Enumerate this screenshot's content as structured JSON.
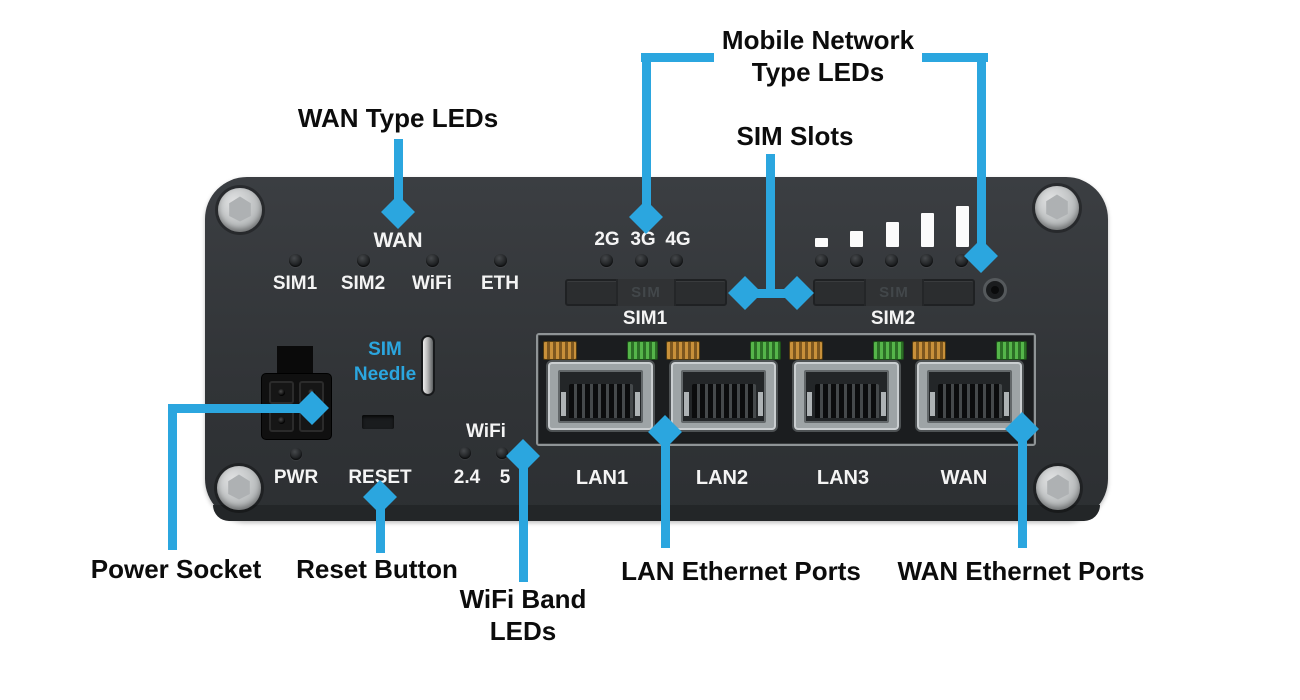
{
  "callouts": {
    "mobile_line1": "Mobile Network",
    "mobile_line2": "Type LEDs",
    "wan_type": "WAN Type LEDs",
    "sim_slots": "SIM Slots",
    "power_socket": "Power Socket",
    "reset_button": "Reset Button",
    "wifi_band_line1": "WiFi Band",
    "wifi_band_line2": "LEDs",
    "lan_ports": "LAN Ethernet Ports",
    "wan_ports": "WAN Ethernet Ports"
  },
  "device": {
    "wan_status_label": "WAN",
    "wan_type_leds": [
      "SIM1",
      "SIM2",
      "WiFi",
      "ETH"
    ],
    "mobile_type_leds": [
      "2G",
      "3G",
      "4G"
    ],
    "signal_bar_count": 5,
    "sim_slot1_label": "SIM1",
    "sim_slot2_label": "SIM2",
    "sim_embossed": "SIM",
    "sim_needle_line1": "SIM",
    "sim_needle_line2": "Needle",
    "power_label": "PWR",
    "reset_label": "RESET",
    "wifi_label": "WiFi",
    "wifi_band_24": "2.4",
    "wifi_band_5": "5",
    "port_labels": [
      "LAN1",
      "LAN2",
      "LAN3",
      "WAN"
    ]
  },
  "colors": {
    "accent": "#2BA6DF",
    "led_orange": "#C8903A",
    "led_green": "#55B54A"
  }
}
